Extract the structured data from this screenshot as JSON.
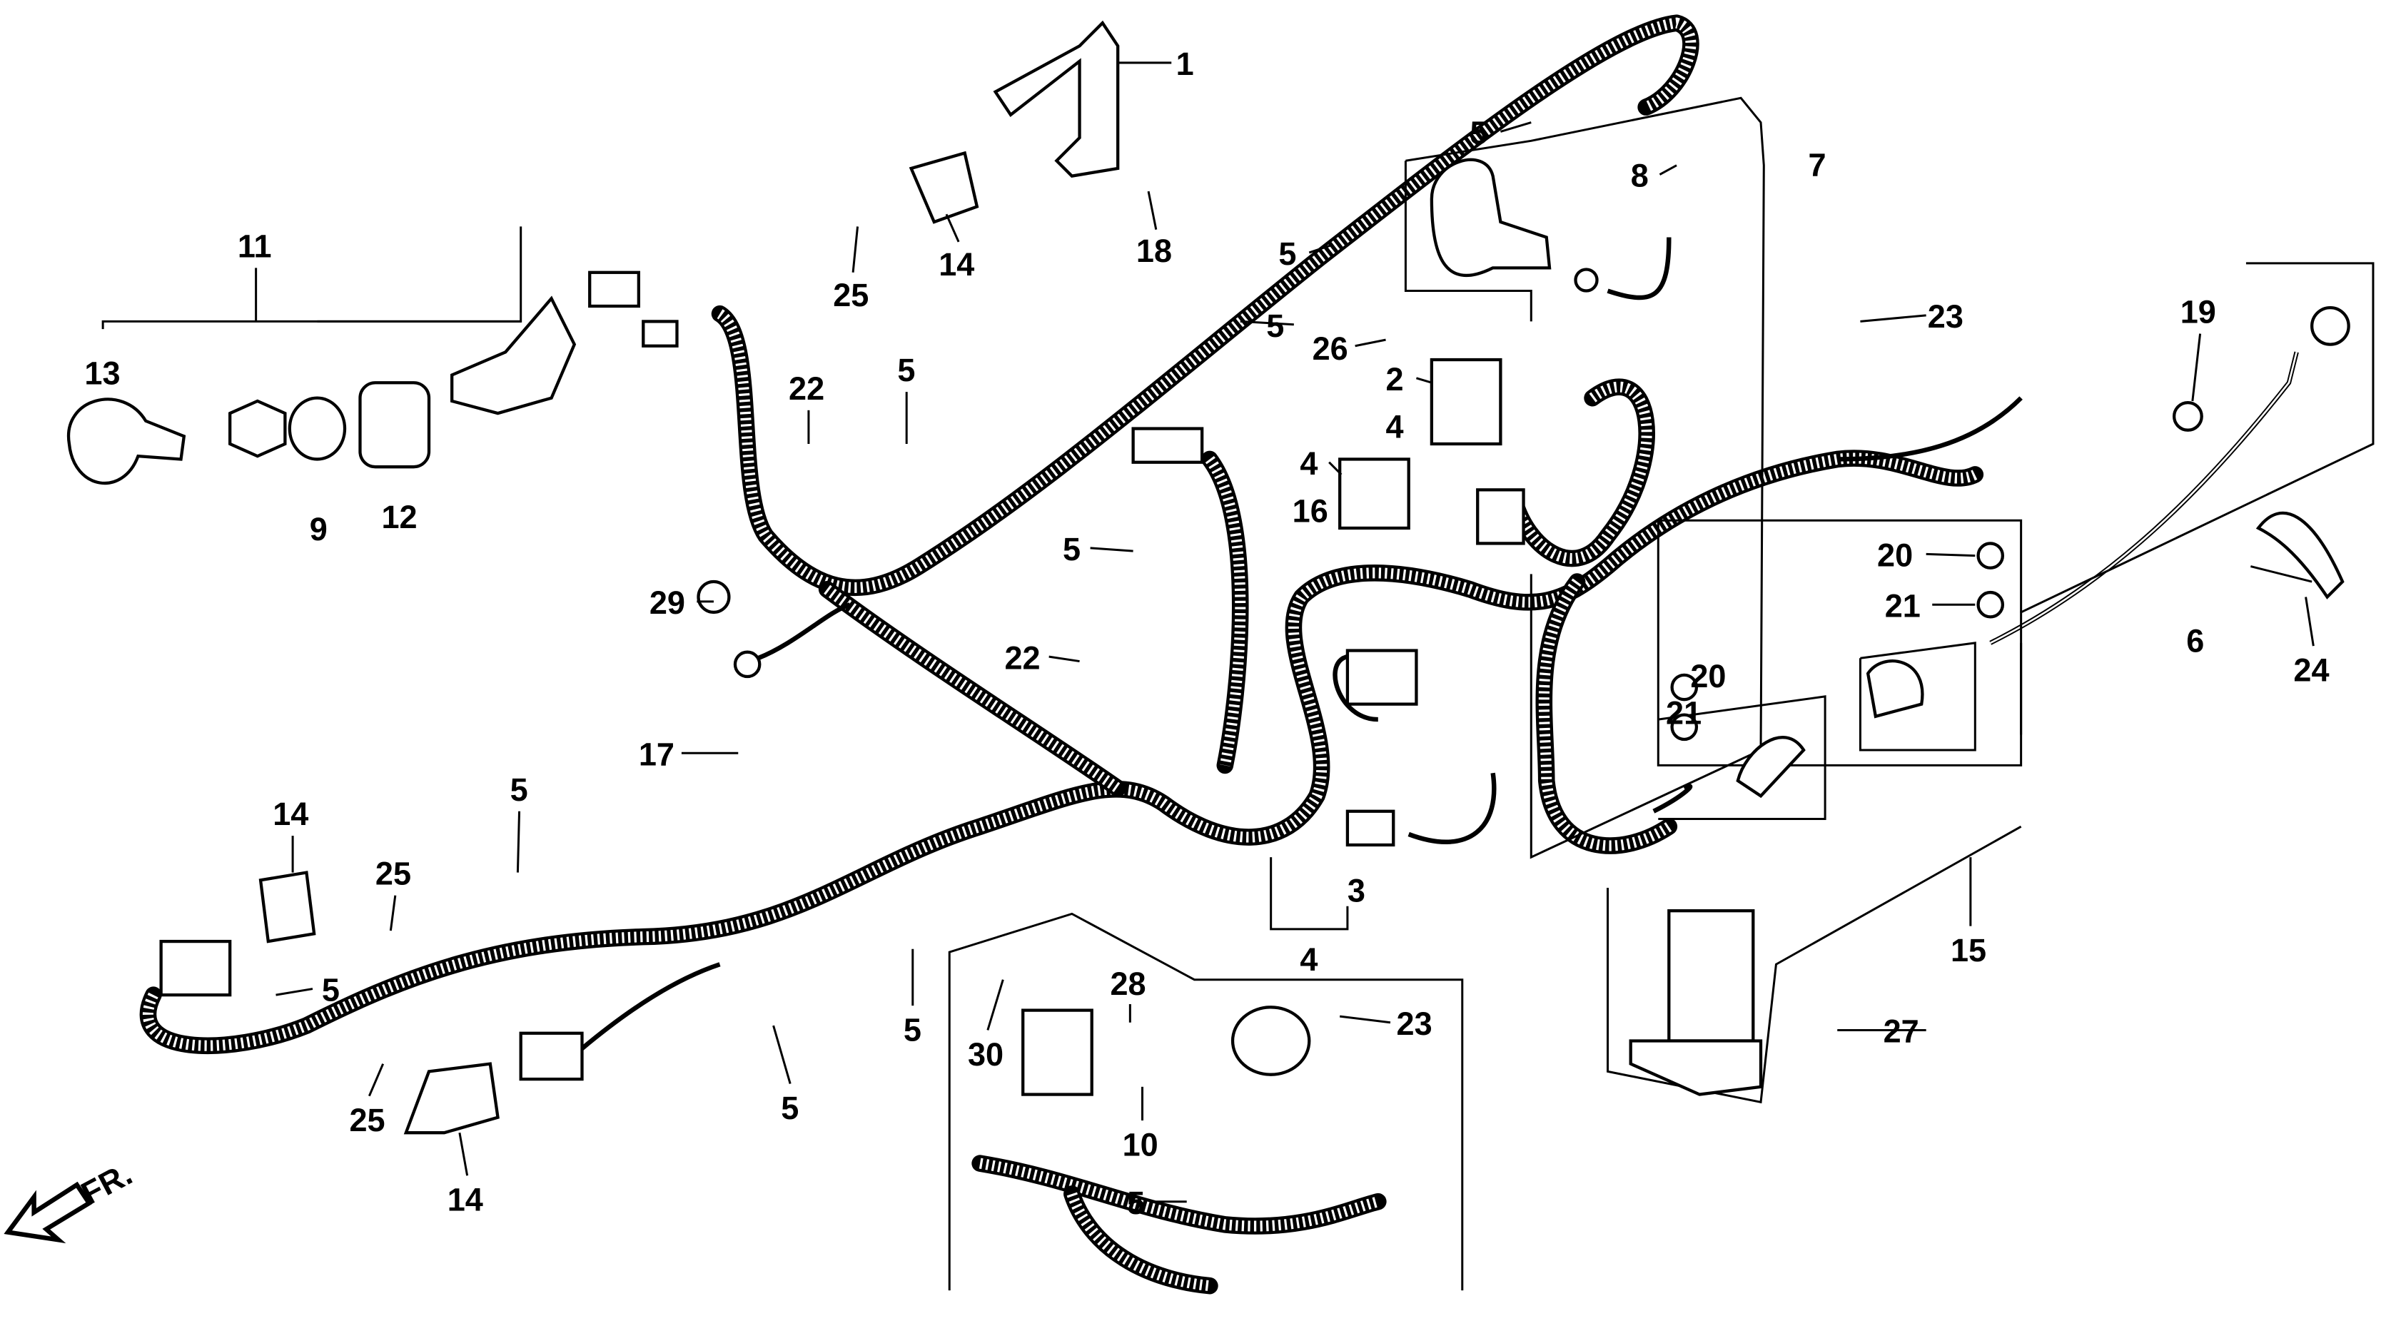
{
  "diagram": {
    "callouts": [
      "1",
      "5",
      "7",
      "8",
      "14",
      "18",
      "25",
      "5",
      "11",
      "13",
      "9",
      "12",
      "22",
      "5",
      "5",
      "26",
      "2",
      "4",
      "4",
      "16",
      "23",
      "19",
      "24",
      "6",
      "20",
      "21",
      "20",
      "21",
      "29",
      "5",
      "22",
      "17",
      "14",
      "5",
      "25",
      "5",
      "3",
      "4",
      "15",
      "27",
      "5",
      "5",
      "28",
      "23",
      "30",
      "10",
      "5",
      "25",
      "14"
    ],
    "direction_label": "FR.",
    "direction_icon": "arrow-down-left-icon"
  }
}
